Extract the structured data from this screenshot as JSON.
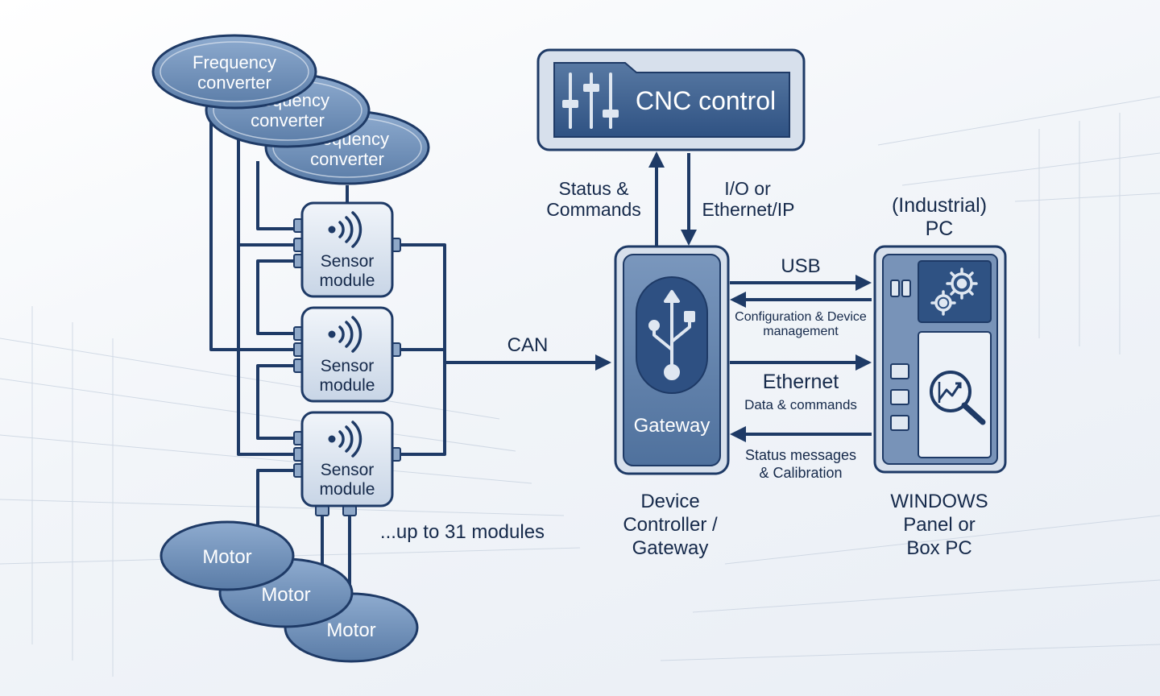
{
  "nodes": {
    "frequency_converter": {
      "label_line1": "Frequency",
      "label_line2": "converter",
      "count": 3
    },
    "sensor_module": {
      "label_line1": "Sensor",
      "label_line2": "module",
      "count": 3
    },
    "motor": {
      "label": "Motor",
      "count": 3
    },
    "cnc_control": {
      "label": "CNC control"
    },
    "gateway": {
      "badge": "Gateway",
      "caption_line1": "Device",
      "caption_line2": "Controller /",
      "caption_line3": "Gateway"
    },
    "pc": {
      "title_line1": "(Industrial)",
      "title_line2": "PC",
      "caption_line1": "WINDOWS",
      "caption_line2": "Panel or",
      "caption_line3": "Box PC"
    }
  },
  "edges": {
    "can": "CAN",
    "up_to": "...up to 31 modules",
    "status_commands_line1": "Status &",
    "status_commands_line2": "Commands",
    "io_ethernet_line1": "I/O or",
    "io_ethernet_line2": "Ethernet/IP",
    "usb": "USB",
    "config_line1": "Configuration & Device",
    "config_line2": "management",
    "ethernet": "Ethernet",
    "data_commands": "Data & commands",
    "status_messages_line1": "Status messages",
    "status_messages_line2": "& Calibration"
  },
  "colors": {
    "dark_navy": "#1e3a66",
    "node_blue": "#6f8fb6",
    "node_light": "#dfe7f1",
    "text": "#15294a"
  }
}
